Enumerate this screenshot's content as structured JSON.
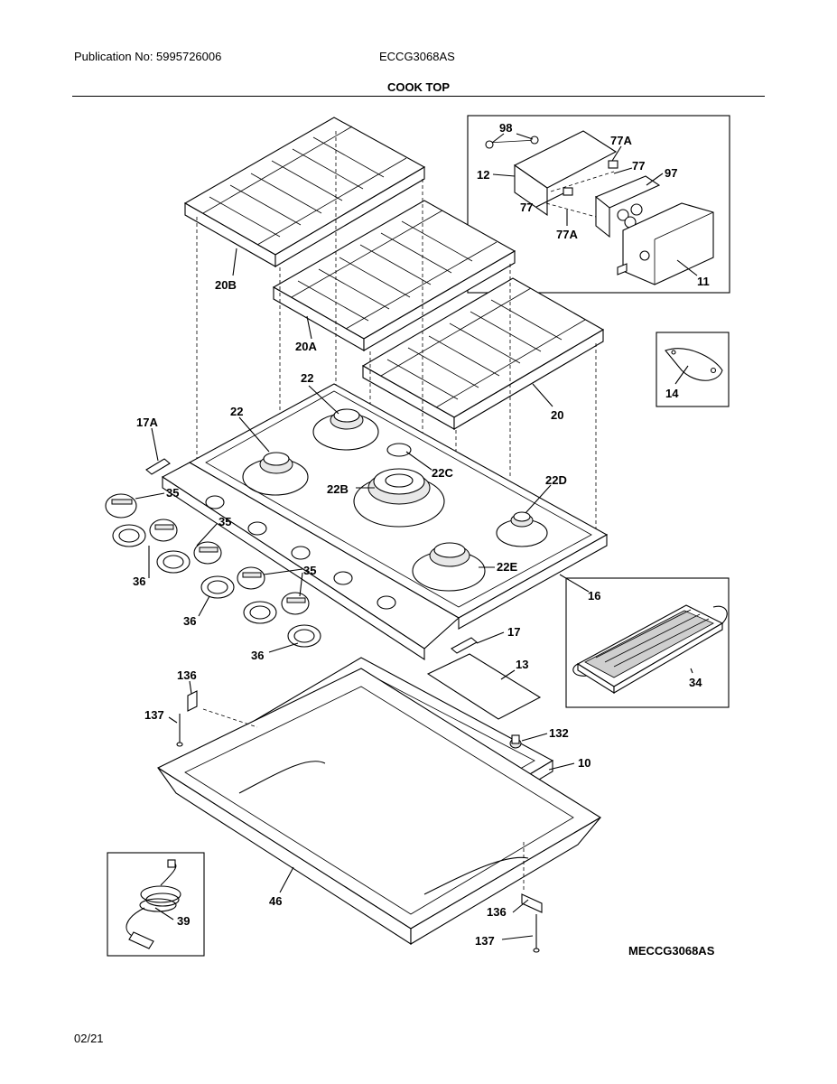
{
  "header": {
    "publication": "Publication No: 5995726006",
    "model": "ECCG3068AS",
    "section_title": "COOK TOP"
  },
  "footer": {
    "date": "02/21",
    "diagram_id": "MECCG3068AS"
  },
  "callouts": {
    "c98": "98",
    "c77A_top": "77A",
    "c77_top": "77",
    "c97": "97",
    "c12": "12",
    "c77_mid": "77",
    "c77A_bot": "77A",
    "c11": "11",
    "c20B": "20B",
    "c20A": "20A",
    "c20": "20",
    "c14": "14",
    "c22_top": "22",
    "c22_left": "22",
    "c17A": "17A",
    "c22C": "22C",
    "c22B": "22B",
    "c22D": "22D",
    "c35_a": "35",
    "c35_b": "35",
    "c35_c": "35",
    "c36_a": "36",
    "c36_b": "36",
    "c36_c": "36",
    "c22E": "22E",
    "c16": "16",
    "c17": "17",
    "c34": "34",
    "c13": "13",
    "c136_top": "136",
    "c137_top": "137",
    "c132": "132",
    "c10": "10",
    "c46": "46",
    "c39": "39",
    "c136_bot": "136",
    "c137_bot": "137"
  }
}
